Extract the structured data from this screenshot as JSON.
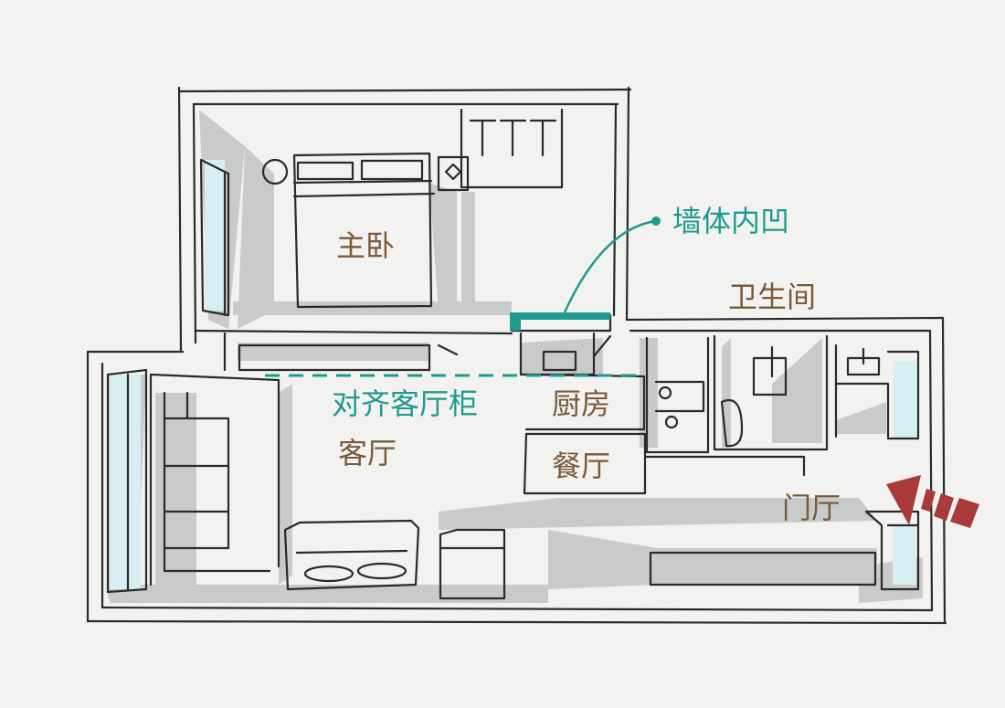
{
  "colors": {
    "background": "#f2f2f0",
    "ink": "#2a2a2a",
    "shadow": "#c9cacb",
    "glass": "#d9eef3",
    "room_label": "#7a5a38",
    "annotation": "#1f9a8e",
    "entry_arrow": "#a83a3a"
  },
  "labels": {
    "master_bedroom": "主卧",
    "wall_recess": "墙体内凹",
    "bathroom": "卫生间",
    "align_cabinet": "对齐客厅柜",
    "kitchen": "厨房",
    "living_room": "客厅",
    "dining": "餐厅",
    "foyer": "门厅"
  },
  "icons": [
    "entry-arrow-icon",
    "bed-icon",
    "sofa-icon",
    "toilet-icon",
    "sink-icon",
    "lamp-icon"
  ]
}
